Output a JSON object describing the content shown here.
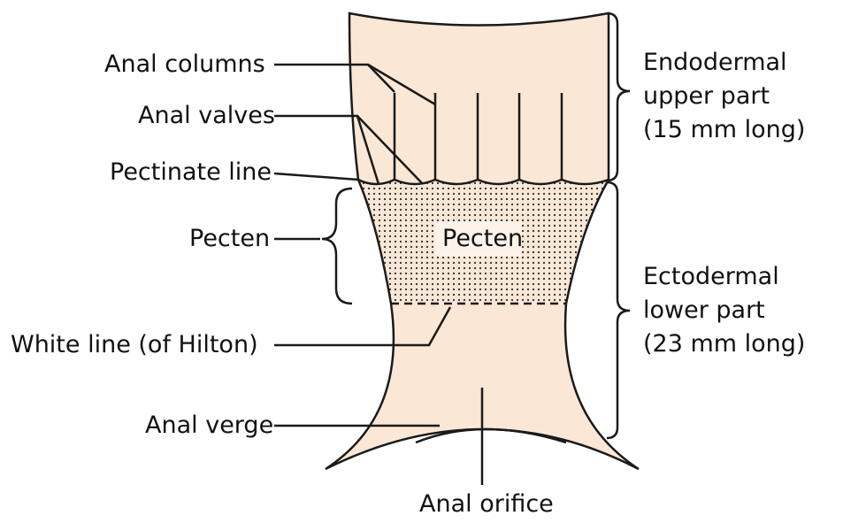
{
  "colors": {
    "canal_fill": "#fbe7d6",
    "stroke": "#1a1a1a",
    "label_bg": "#fdf3ea",
    "text": "#111111"
  },
  "labels": {
    "anal_columns": "Anal columns",
    "anal_valves": "Anal valves",
    "pectinate_line": "Pectinate line",
    "pecten_left": "Pecten",
    "pecten_inner": "Pecten",
    "white_line": "White line (of Hilton)",
    "anal_verge": "Anal verge",
    "anal_orifice": "Anal orifice"
  },
  "regions": {
    "upper": {
      "line1": "Endodermal",
      "line2": "upper part",
      "line3": "(15 mm long)"
    },
    "lower": {
      "line1": "Ectodermal",
      "line2": "lower part",
      "line3": "(23 mm long)"
    }
  }
}
